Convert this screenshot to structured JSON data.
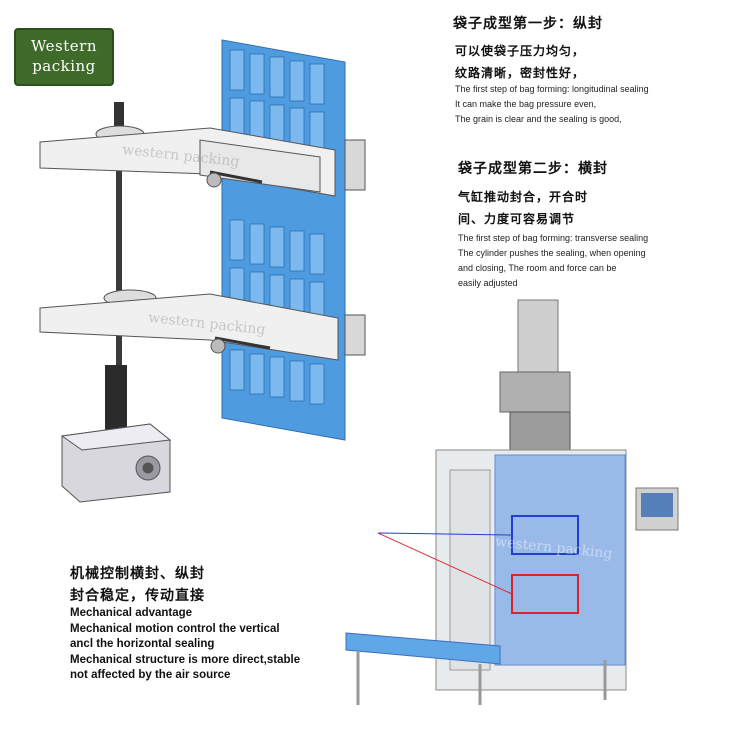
{
  "logo": {
    "line1": "Western",
    "line2": "packing"
  },
  "step1": {
    "title_zh": "袋子成型第一步：纵封",
    "body_zh": [
      "可以使袋子压力均匀，",
      "纹路清晰，密封性好，"
    ],
    "body_en": [
      "The first step of bag forming: longitudinal sealing",
      "It can make the bag pressure even,",
      "The grain is clear and the sealing is good,"
    ]
  },
  "step2": {
    "title_zh": "袋子成型第二步：横封",
    "body_zh": [
      "气缸推动封合，开合时",
      "间、力度可容易调节"
    ],
    "body_en": [
      "The first step of bag forming: transverse sealing",
      "The cylinder pushes the sealing, when opening",
      "and closing,  The room and force can be",
      "easily adjusted"
    ]
  },
  "bottom": {
    "zh": [
      "机械控制横封、纵封",
      "封合稳定，传动直接"
    ],
    "en": [
      "Mechanical advantage",
      "Mechanical motion control the vertical",
      "ancl the horizontal sealing",
      "Mechanical structure is more direct,stable",
      "not affected by the air source"
    ]
  },
  "watermark": "western packing",
  "colors": {
    "logo_bg": "#3f6b2a",
    "blue_panel": "#4f9be0",
    "highlight_red": "#e0202a",
    "highlight_blue": "#2040d0"
  }
}
